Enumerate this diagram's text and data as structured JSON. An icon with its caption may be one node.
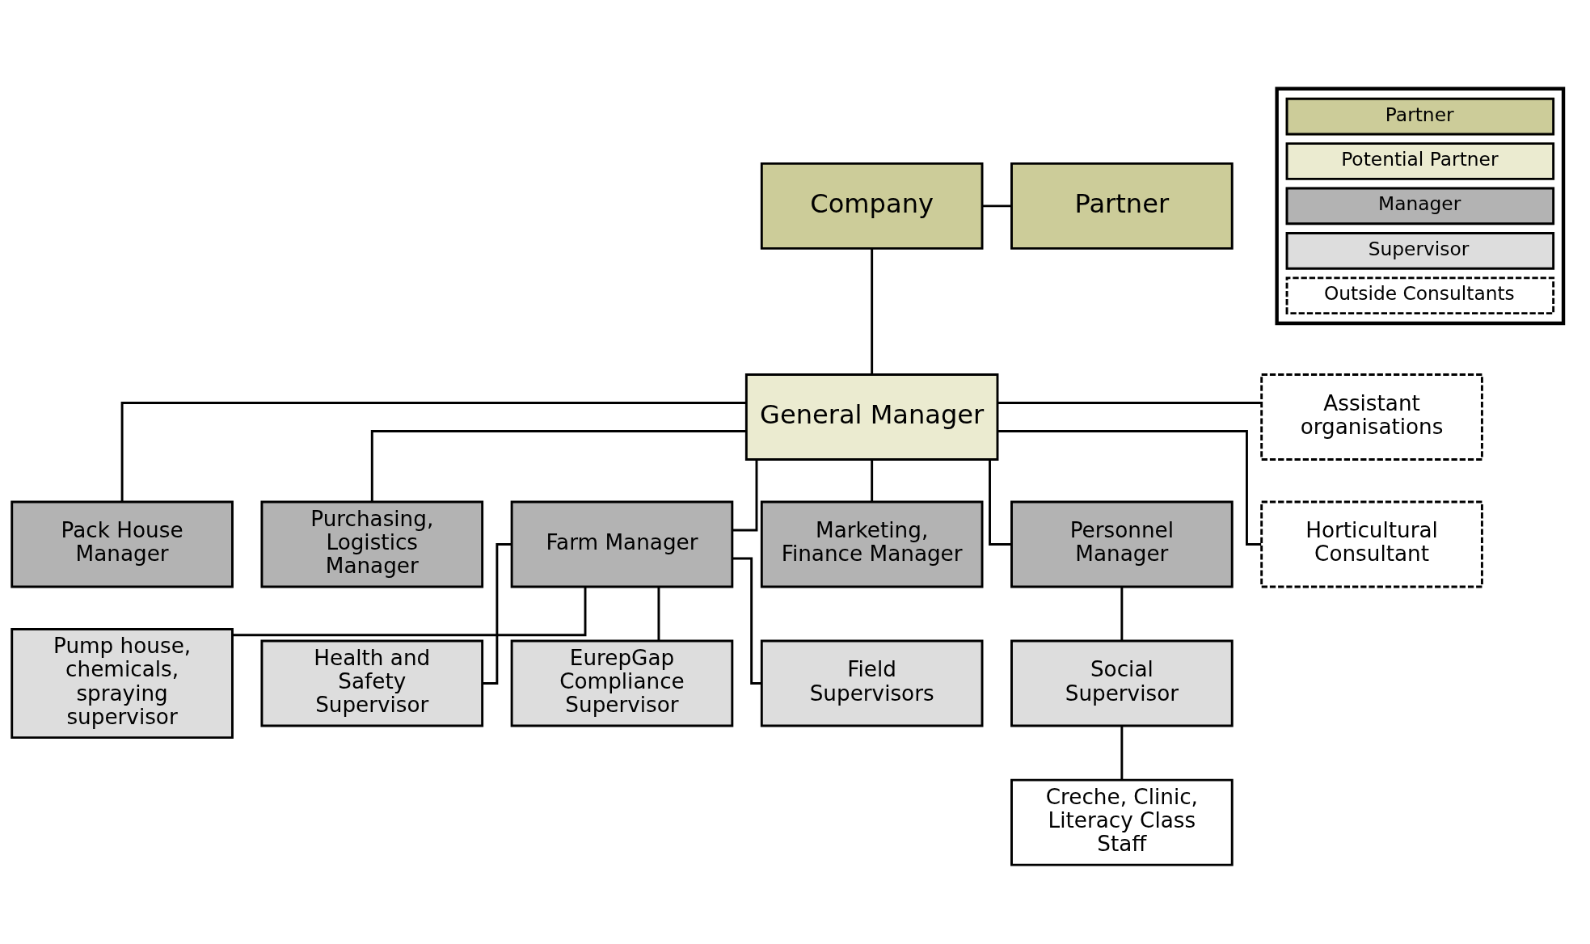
{
  "diagram": {
    "nodes": [
      {
        "text": [
          "Company"
        ]
      },
      {
        "text": [
          "Partner"
        ]
      },
      {
        "text": [
          "General Manager"
        ]
      },
      {
        "text": [
          "Assistant organisations"
        ]
      },
      {
        "text": [
          "Horticultural Consultant"
        ]
      },
      {
        "text": [
          "Pack House Manager"
        ]
      },
      {
        "text": [
          "Purchasing, Logistics Manager"
        ]
      },
      {
        "text": [
          "Farm Manager"
        ]
      },
      {
        "text": [
          "Marketing, Finance Manager"
        ]
      },
      {
        "text": [
          "Personnel Manager"
        ]
      },
      {
        "text": [
          "Social Supervisor"
        ]
      },
      {
        "text": [
          "Field Supervisors"
        ]
      },
      {
        "text": [
          "Pump house, chemicals, spraying supervisor"
        ]
      },
      {
        "text": [
          "Health and Safety Supervisor"
        ]
      },
      {
        "text": [
          "EurepGap Compliance Supervisor"
        ]
      },
      {
        "text": [
          "Creche, Clinic, Literacy Class Staff"
        ]
      }
    ],
    "edges": [
      {
        "from": 0,
        "to": 1,
        "arrow": "none"
      },
      {
        "from": 0,
        "to": 2,
        "arrow": "none"
      },
      {
        "from": 2,
        "to": 3,
        "arrow": "none"
      },
      {
        "from": 2,
        "to": 4,
        "arrow": "none"
      },
      {
        "from": 2,
        "to": 5,
        "arrow": "none"
      },
      {
        "from": 2,
        "to": 6,
        "arrow": "none"
      },
      {
        "from": 2,
        "to": 7,
        "arrow": "none"
      },
      {
        "from": 2,
        "to": 8,
        "arrow": "none"
      },
      {
        "from": 2,
        "to": 9,
        "arrow": "none"
      },
      {
        "from": 9,
        "to": 10,
        "arrow": "none"
      },
      {
        "from": 7,
        "to": 11,
        "arrow": "none"
      },
      {
        "from": 7,
        "to": 12,
        "arrow": "none"
      },
      {
        "from": 7,
        "to": 13,
        "arrow": "none"
      },
      {
        "from": 7,
        "to": 14,
        "arrow": "none"
      },
      {
        "from": 10,
        "to": 15,
        "arrow": "none"
      }
    ],
    "legend": [
      {
        "text": "Partner",
        "color": "#cccc99"
      },
      {
        "text": "Potential Partner"
      },
      {
        "text": "Manager",
        "color": "#b3b3b3"
      },
      {
        "text": "Supervisor",
        "color": "#dddddd"
      },
      {
        "text": "Outside Consultants"
      }
    ]
  }
}
